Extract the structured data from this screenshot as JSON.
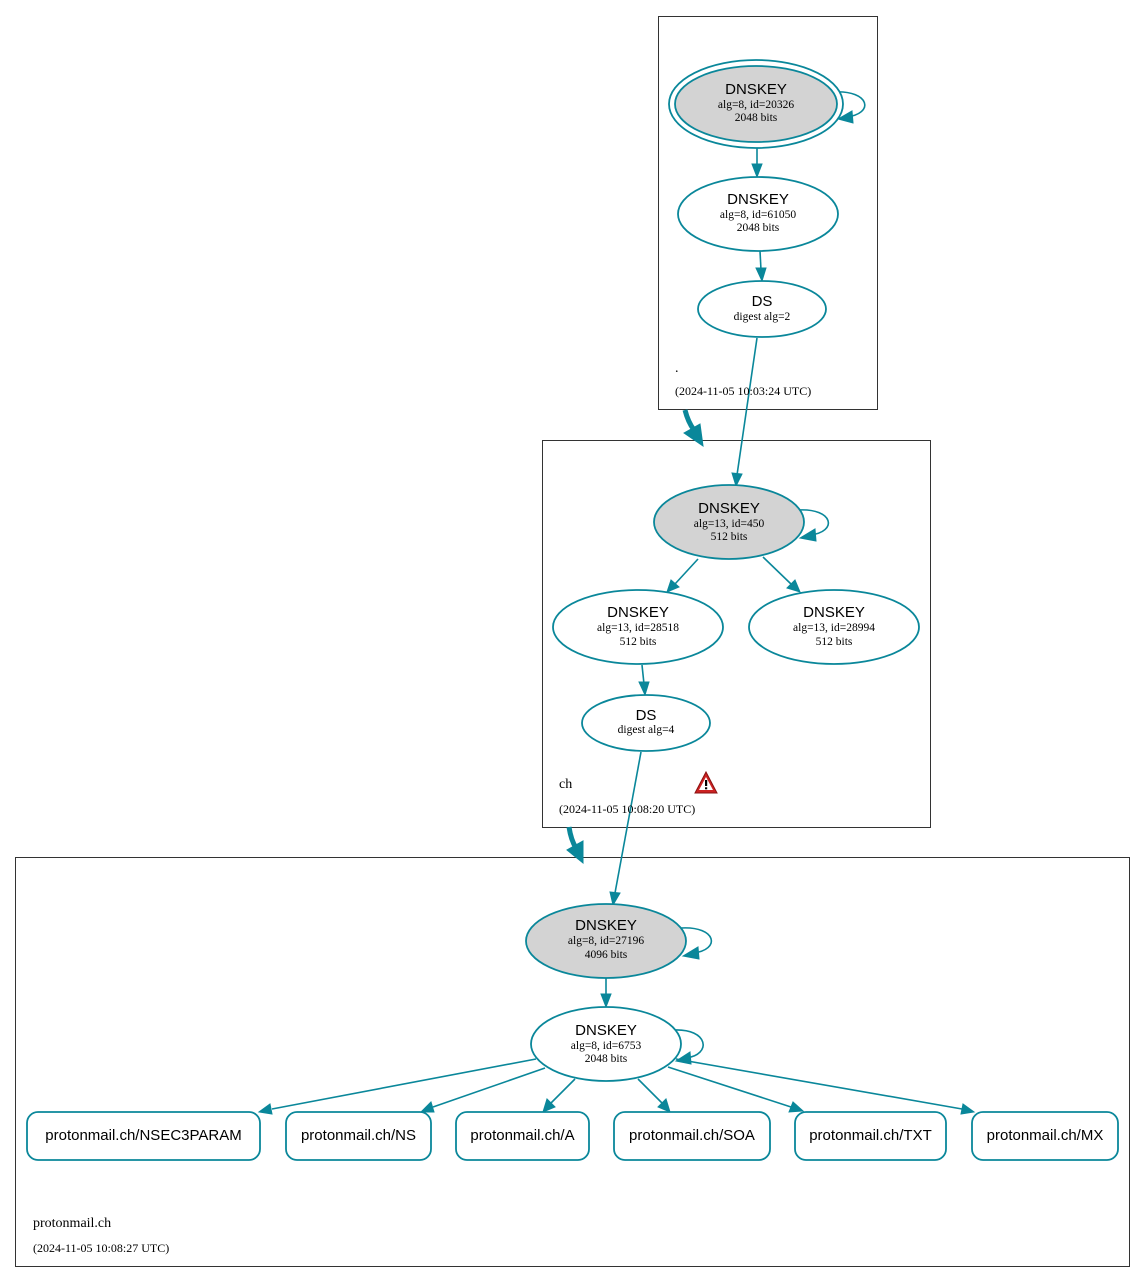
{
  "colors": {
    "edge": "#0a879a",
    "ksk_fill": "#d3d3d3",
    "zsk_fill": "#ffffff",
    "zone_border": "#333333",
    "warning": "#cc2222"
  },
  "zones": [
    {
      "id": "root",
      "name": ".",
      "timestamp": "(2024-11-05 10:03:24 UTC)"
    },
    {
      "id": "ch",
      "name": "ch",
      "timestamp": "(2024-11-05 10:08:20 UTC)",
      "icon": "warning-icon"
    },
    {
      "id": "protonmail",
      "name": "protonmail.ch",
      "timestamp": "(2024-11-05 10:08:27 UTC)"
    }
  ],
  "nodes": {
    "root_ksk": {
      "title": "DNSKEY",
      "line1": "alg=8, id=20326",
      "line2": "2048 bits"
    },
    "root_zsk": {
      "title": "DNSKEY",
      "line1": "alg=8, id=61050",
      "line2": "2048 bits"
    },
    "root_ds": {
      "title": "DS",
      "line1": "digest alg=2"
    },
    "ch_ksk": {
      "title": "DNSKEY",
      "line1": "alg=13, id=450",
      "line2": "512 bits"
    },
    "ch_zsk1": {
      "title": "DNSKEY",
      "line1": "alg=13, id=28518",
      "line2": "512 bits"
    },
    "ch_zsk2": {
      "title": "DNSKEY",
      "line1": "alg=13, id=28994",
      "line2": "512 bits"
    },
    "ch_ds": {
      "title": "DS",
      "line1": "digest alg=4"
    },
    "pm_ksk": {
      "title": "DNSKEY",
      "line1": "alg=8, id=27196",
      "line2": "4096 bits"
    },
    "pm_zsk": {
      "title": "DNSKEY",
      "line1": "alg=8, id=6753",
      "line2": "2048 bits"
    }
  },
  "records": [
    {
      "label": "protonmail.ch/NSEC3PARAM"
    },
    {
      "label": "protonmail.ch/NS"
    },
    {
      "label": "protonmail.ch/A"
    },
    {
      "label": "protonmail.ch/SOA"
    },
    {
      "label": "protonmail.ch/TXT"
    },
    {
      "label": "protonmail.ch/MX"
    }
  ]
}
